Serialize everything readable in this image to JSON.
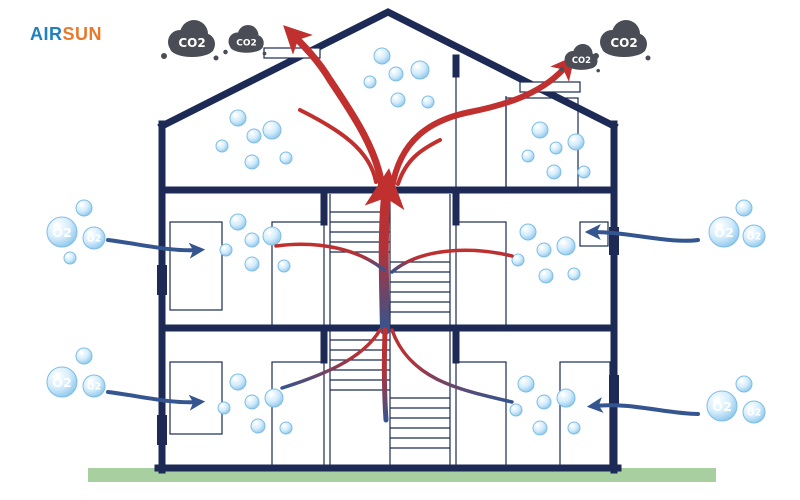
{
  "brand": {
    "part1": "AIR",
    "part2": "SUN",
    "color_part1": "#1f7fc4",
    "color_part2": "#e8792a"
  },
  "labels": {
    "co2": "CO2",
    "o2": "O2"
  },
  "colors": {
    "wall": "#1c2a55",
    "ground": "#a8cfa0",
    "exhaust_flow": "#c0302e",
    "fresh_air_flow": "#34558f",
    "cloud": "#4a4d55",
    "bubble": "#bfe0f7"
  },
  "icons": {
    "pollution_cloud": "co2-cloud-icon",
    "oxygen_bubble": "oxygen-bubble-icon",
    "arrow": "airflow-arrow-icon"
  }
}
